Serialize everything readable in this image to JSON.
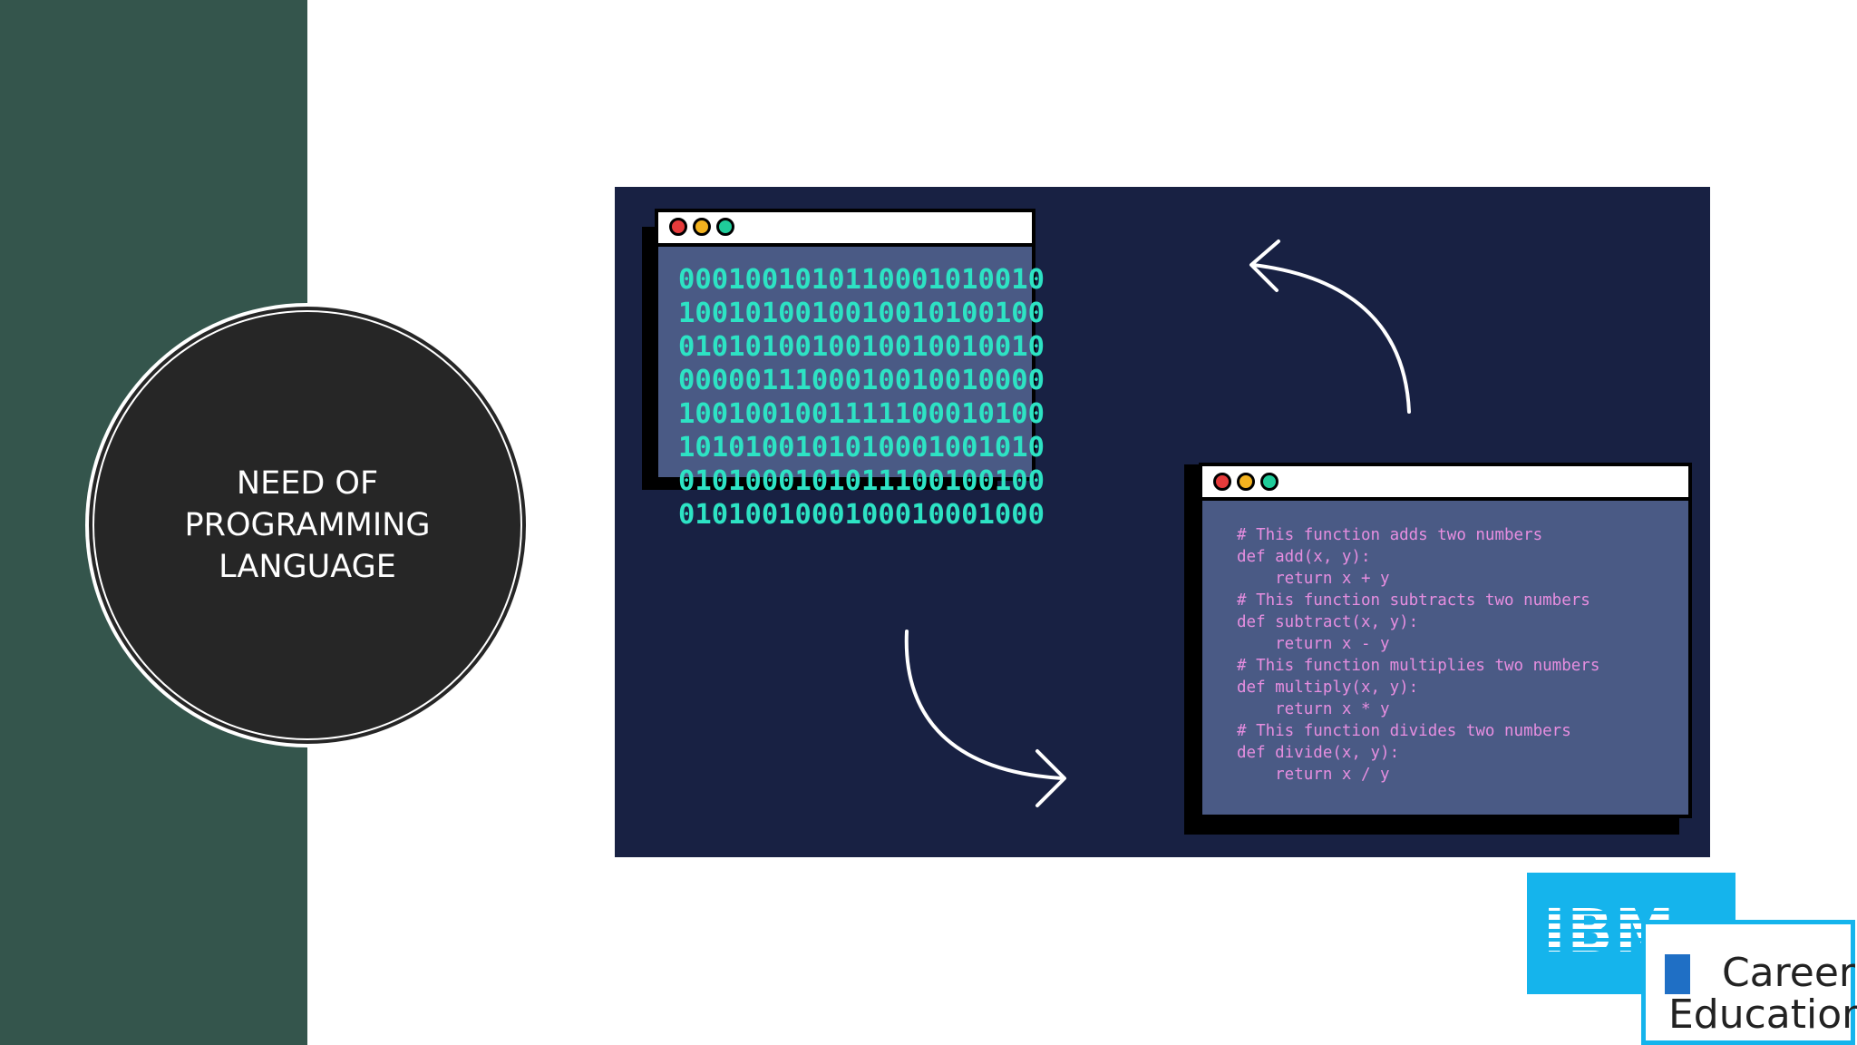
{
  "slide": {
    "title": "NEED OF\nPROGRAMMING\nLANGUAGE"
  },
  "illustration": {
    "binary_window": {
      "lines": [
        "0001001010110001010010",
        "1001010010010010100100",
        "0101010010010010010010",
        "0000011100010010010000",
        "1001001001111100010100",
        "1010100101010001001010",
        "0101000101011100100100",
        "0101001000100010001000"
      ]
    },
    "code_window": {
      "lines": [
        "# This function adds two numbers",
        "def add(x, y):",
        "    return x + y",
        "# This function subtracts two numbers",
        "def subtract(x, y):",
        "    return x - y",
        "# This function multiplies two numbers",
        "def multiply(x, y):",
        "    return x * y",
        "# This function divides two numbers",
        "def divide(x, y):",
        "    return x / y"
      ]
    },
    "colors": {
      "panel_background": "#182143",
      "window_body": "#4a5a85",
      "binary_text": "#2de3c4",
      "code_text": "#e78ee0",
      "dot_red": "#e63b3b",
      "dot_yellow": "#f3b21f",
      "dot_green": "#1fcc9a"
    },
    "icons": [
      "window-close-dot-icon",
      "window-minimize-dot-icon",
      "window-maximize-dot-icon",
      "curved-arrow-icon"
    ]
  },
  "logo": {
    "brand": "IBM",
    "text": "Career\nEducation"
  },
  "colors": {
    "left_band": "#34554c",
    "title_circle": "#262626",
    "ibm_blue": "#15b4ec"
  }
}
